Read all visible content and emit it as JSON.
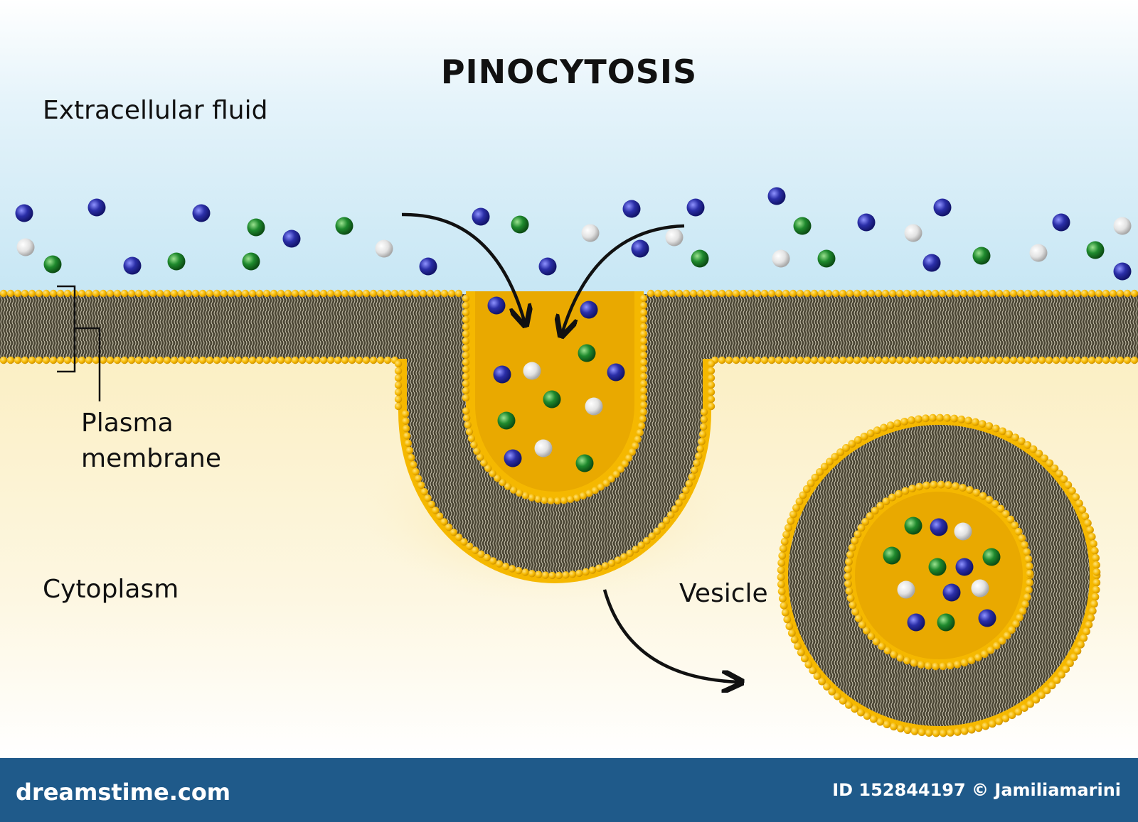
{
  "title": "PINOCYTOSIS",
  "labels": {
    "extracellular": "Extracellular fluid",
    "plasma_line1": "Plasma",
    "plasma_line2": "membrane",
    "cytoplasm": "Cytoplasm",
    "vesicle": "Vesicle"
  },
  "footer": {
    "brand": "dreamstime.com",
    "id_text": "ID 152844197 © Jamiliamarini"
  },
  "colors": {
    "extracellular_fluid": "#cfeaf6",
    "cytoplasm": "#fcf3d2",
    "phospholipid_head": "#f5b800",
    "lipid_tail_band": "#4a4534",
    "blue_particle": "#2b2fa8",
    "green_particle": "#1f8a2e",
    "white_particle": "#e2e2e2",
    "footer_bar": "#1f5a8a"
  },
  "particle_types": [
    "blue-particle",
    "green-particle",
    "white-particle"
  ]
}
